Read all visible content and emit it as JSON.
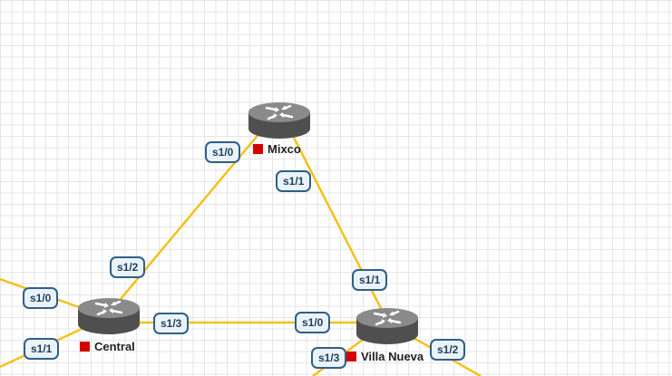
{
  "colors": {
    "link": "#f2c21b",
    "status_stopped": "#d40000",
    "port_border": "#2f5f86"
  },
  "nodes": {
    "mixco": {
      "label": "Mixco",
      "icon": "router-icon",
      "status": "stopped"
    },
    "central": {
      "label": "Central",
      "icon": "router-icon",
      "status": "stopped"
    },
    "villa_nueva": {
      "label": "Villa Nueva",
      "icon": "router-icon",
      "status": "stopped"
    }
  },
  "ports": {
    "mixco_s10": "s1/0",
    "mixco_s11": "s1/1",
    "central_s12": "s1/2",
    "central_s13": "s1/3",
    "villa_s11": "s1/1",
    "villa_s10": "s1/0",
    "villa_s13": "s1/3",
    "villa_s12": "s1/2",
    "left_s10": "s1/0",
    "left_s11": "s1/1"
  }
}
